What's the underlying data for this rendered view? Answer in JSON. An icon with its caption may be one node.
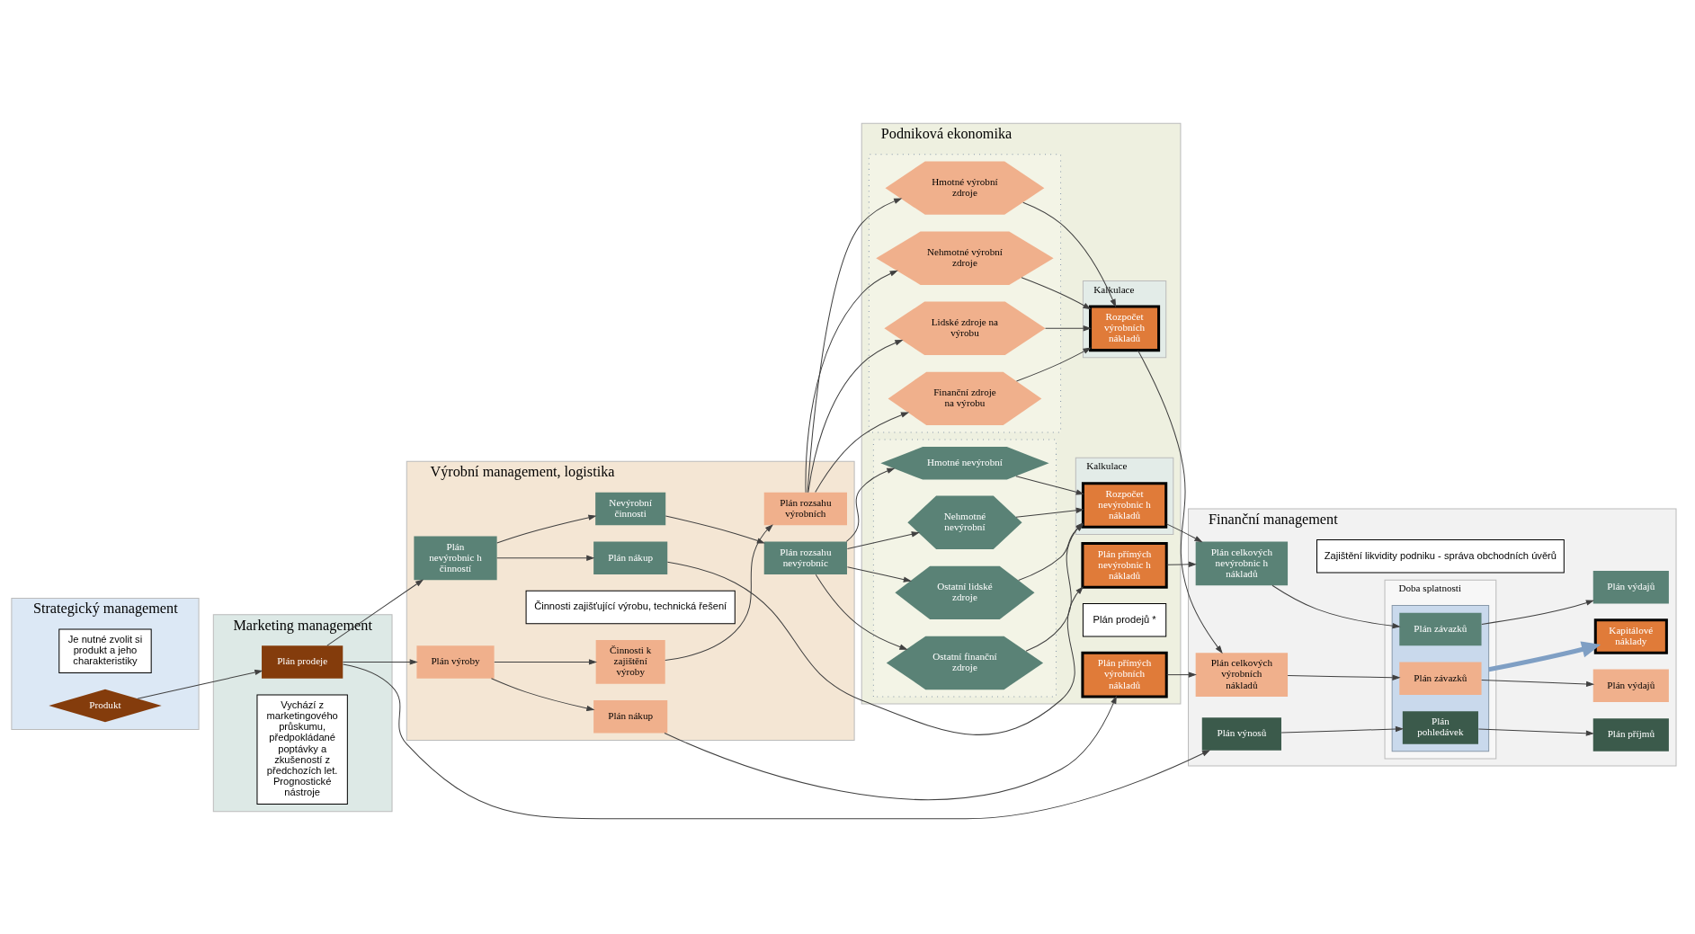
{
  "diagram": {
    "nodes": [
      {
        "text": [
          "Strategický management"
        ]
      },
      {
        "text": [
          "Marketing management"
        ]
      },
      {
        "text": [
          "Výrobní management, logistika"
        ]
      },
      {
        "text": [
          "Podniková ekonomika"
        ]
      },
      {
        "text": [
          "Finanční management"
        ]
      },
      {
        "text": [
          "Produkt"
        ],
        "in": 0
      },
      {
        "text": [
          "Je nutné zvolit si produkt a jeho charakteristiky"
        ],
        "in": 0
      },
      {
        "text": [
          "Plán prodeje"
        ],
        "in": 1
      },
      {
        "text": [
          "Vychází z marketingového průskumu, předpokládané poptávky a zkušeností z předchozích let. Prognostické nástroje"
        ],
        "in": 1
      },
      {
        "text": [
          "Činnosti zajišťující výrobu, technická řešení"
        ],
        "in": 2
      },
      {
        "text": [
          "Plán výroby"
        ],
        "in": 2
      },
      {
        "text": [
          "Činnosti k zajištění výroby"
        ],
        "in": 2
      },
      {
        "text": [
          "Plán rozsahu výrobních"
        ],
        "in": 2
      },
      {
        "text": [
          "Plán nákup"
        ],
        "in": 2
      },
      {
        "text": [
          "Plán nevýrobnic h činností"
        ],
        "in": 2
      },
      {
        "text": [
          "Nevýrobní činnosti"
        ],
        "in": 2
      },
      {
        "text": [
          "Plán rozsahu nevýrobníc"
        ],
        "in": 2
      },
      {
        "text": [
          "Plán nákup"
        ],
        "in": 2
      },
      {
        "text": [
          "Plán prodejů *"
        ],
        "in": 3
      },
      {
        "text": [],
        "shape": "box",
        "in": 3
      },
      {
        "text": [
          "Hmotné výrobní zdroje"
        ],
        "in": 19
      },
      {
        "text": [
          "Nehmotné výrobní zdroje"
        ],
        "in": 19
      },
      {
        "text": [
          "Lidské zdroje na výrobu"
        ],
        "in": 19
      },
      {
        "text": [
          "Finanční zdroje na výrobu"
        ],
        "in": 19
      },
      {
        "text": [
          "Kalkulace"
        ],
        "in": 3
      },
      {
        "text": [
          "Rozpočet výrobních nákladů"
        ],
        "in": 24
      },
      {
        "text": [
          "Plán přímých výrobních nákladů"
        ],
        "in": 3
      },
      {
        "text": [],
        "shape": "box",
        "in": 3
      },
      {
        "text": [
          "Hmotné nevýrobní"
        ],
        "in": 27
      },
      {
        "text": [
          "Nehmotné nevýrobní"
        ],
        "in": 27
      },
      {
        "text": [
          "Ostatní lidské zdroje"
        ],
        "in": 27
      },
      {
        "text": [
          "Ostatní finanční zdroje"
        ],
        "in": 27
      },
      {
        "text": [
          "Kalkulace"
        ],
        "in": 3
      },
      {
        "text": [
          "Rozpočet nevýrobnic h nákladů"
        ],
        "in": 32
      },
      {
        "text": [
          "Plán přímých nevýrobnic h nákladů"
        ],
        "in": 3
      },
      {
        "text": [
          "Plán výnosů"
        ],
        "in": 4
      },
      {
        "text": [
          "Doba splatnosti"
        ],
        "in": 4
      },
      {
        "text": [],
        "shape": "bar",
        "in": 36
      },
      {
        "text": [
          "Plán pohledávek"
        ],
        "in": 37
      },
      {
        "text": [
          "Plán příjmů"
        ],
        "in": 4
      },
      {
        "text": [
          "Plán celkových výrobních nákladů"
        ],
        "in": 4
      },
      {
        "text": [
          "Plán závazků"
        ],
        "in": 37
      },
      {
        "text": [
          "Plán výdajů"
        ],
        "in": 4
      },
      {
        "text": [
          "Kapitálové náklady"
        ],
        "in": 4
      },
      {
        "text": [
          "Plán celkových nevýrobnic h nákladů"
        ],
        "in": 4
      },
      {
        "text": [
          "Plán závazků"
        ],
        "in": 37
      },
      {
        "text": [
          "Plán výdajů"
        ],
        "in": 4
      },
      {
        "text": [
          "Zajištění likvidity podniku - správa obchodních úvěrů"
        ],
        "in": 4
      }
    ],
    "edges": [
      {
        "from": 5,
        "to": 7,
        "arrow": "to"
      },
      {
        "from": 7,
        "to": 10,
        "arrow": "to"
      },
      {
        "from": 7,
        "to": 14,
        "arrow": "to"
      },
      {
        "from": 7,
        "to": 35,
        "arrow": "to"
      },
      {
        "from": 10,
        "to": 11,
        "arrow": "to"
      },
      {
        "from": 10,
        "to": 13,
        "arrow": "to"
      },
      {
        "from": 11,
        "to": 12,
        "arrow": "to"
      },
      {
        "from": 12,
        "to": 20,
        "arrow": "to"
      },
      {
        "from": 12,
        "to": 21,
        "arrow": "to"
      },
      {
        "from": 12,
        "to": 22,
        "arrow": "to"
      },
      {
        "from": 12,
        "to": 23,
        "arrow": "to"
      },
      {
        "from": 20,
        "to": 25,
        "arrow": "to"
      },
      {
        "from": 21,
        "to": 25,
        "arrow": "to"
      },
      {
        "from": 22,
        "to": 25,
        "arrow": "to"
      },
      {
        "from": 23,
        "to": 25,
        "arrow": "to"
      },
      {
        "from": 13,
        "to": 26,
        "arrow": "to"
      },
      {
        "from": 25,
        "to": 40,
        "arrow": "to"
      },
      {
        "from": 26,
        "to": 40,
        "arrow": "to"
      },
      {
        "from": 14,
        "to": 15,
        "arrow": "to"
      },
      {
        "from": 14,
        "to": 17,
        "arrow": "to"
      },
      {
        "from": 15,
        "to": 16,
        "arrow": "to"
      },
      {
        "from": 16,
        "to": 28,
        "arrow": "to"
      },
      {
        "from": 16,
        "to": 29,
        "arrow": "to"
      },
      {
        "from": 16,
        "to": 30,
        "arrow": "to"
      },
      {
        "from": 16,
        "to": 31,
        "arrow": "to"
      },
      {
        "from": 28,
        "to": 33,
        "arrow": "to"
      },
      {
        "from": 29,
        "to": 33,
        "arrow": "to"
      },
      {
        "from": 30,
        "to": 33,
        "arrow": "to"
      },
      {
        "from": 31,
        "to": 33,
        "arrow": "to"
      },
      {
        "from": 17,
        "to": 34,
        "arrow": "to"
      },
      {
        "from": 33,
        "to": 44,
        "arrow": "to"
      },
      {
        "from": 34,
        "to": 44,
        "arrow": "to"
      },
      {
        "from": 35,
        "to": 38,
        "arrow": "to"
      },
      {
        "from": 38,
        "to": 39,
        "arrow": "to"
      },
      {
        "from": 40,
        "to": 41,
        "arrow": "to"
      },
      {
        "from": 41,
        "to": 42,
        "arrow": "to"
      },
      {
        "from": 44,
        "to": 45,
        "arrow": "to"
      },
      {
        "from": 45,
        "to": 46,
        "arrow": "to"
      },
      {
        "from": 37,
        "to": 43,
        "arrow": "to",
        "style": "thick",
        "color": "#7f9fc4"
      }
    ]
  }
}
